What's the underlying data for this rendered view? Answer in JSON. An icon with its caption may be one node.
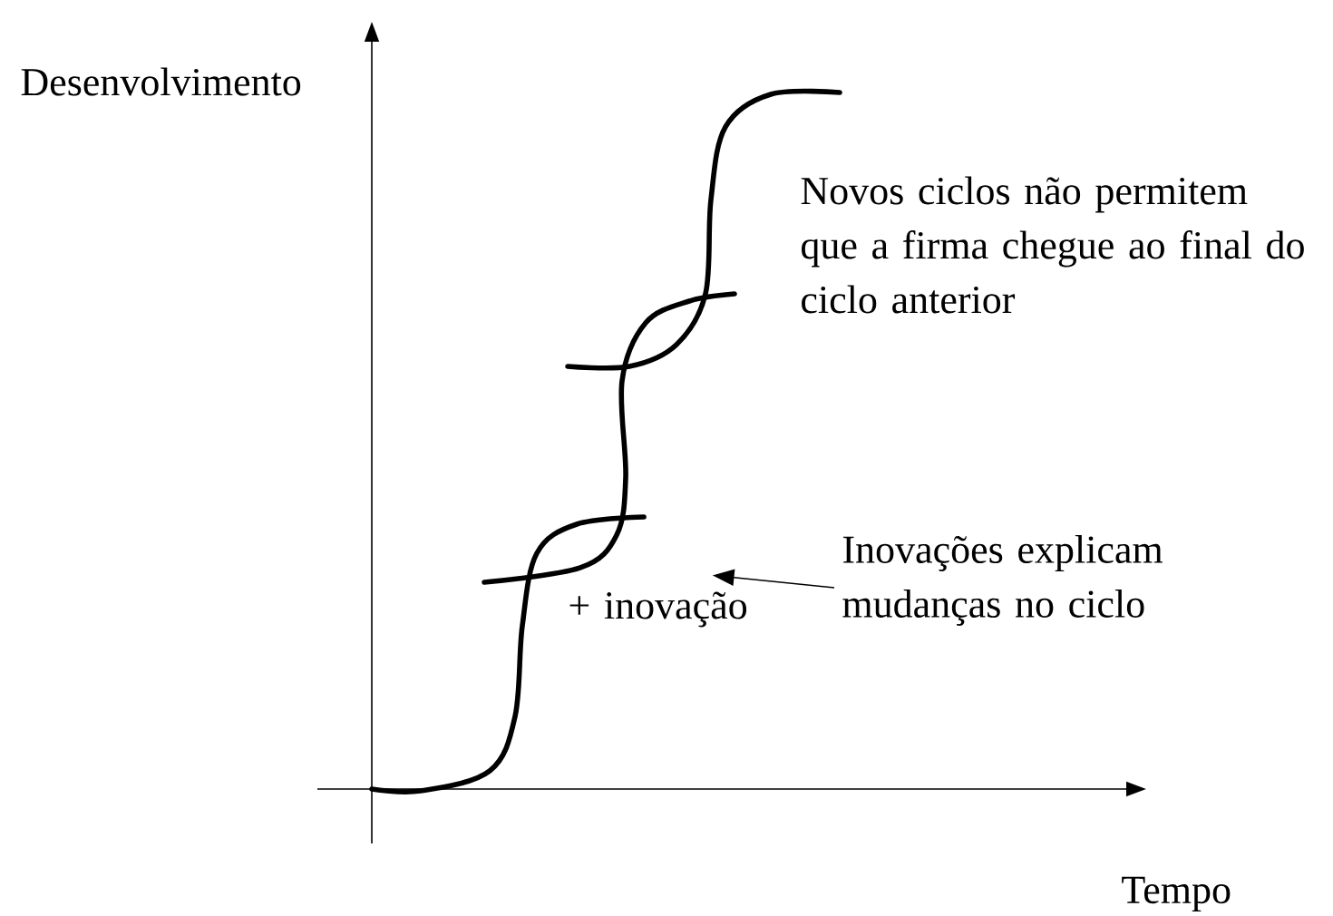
{
  "diagram": {
    "nodes": [
      {
        "text": [
          "Inovações explicam mudanças no ciclo"
        ]
      },
      {
        "text": [],
        "shape": "curve"
      }
    ],
    "edges": [
      {
        "from": 0,
        "to": 1,
        "arrow": "to"
      }
    ],
    "labels": [
      "Desenvolvimento",
      "Novos ciclos não permitem que a firma chegue ao final do ciclo anterior",
      "+ inovação",
      "Tempo"
    ]
  }
}
